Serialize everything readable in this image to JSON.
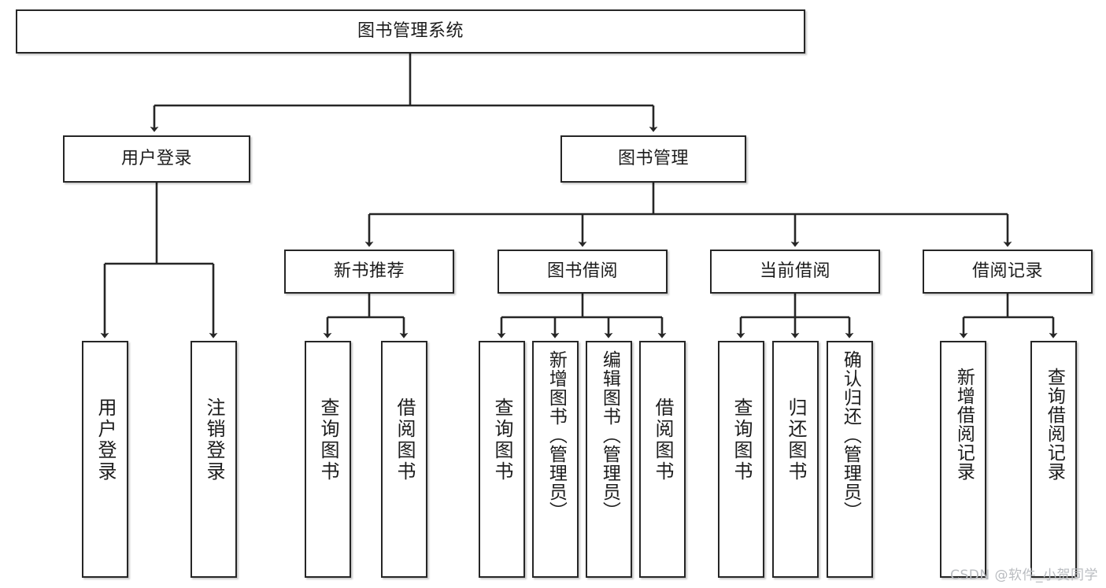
{
  "diagram": {
    "title": "图书管理系统",
    "watermark": "CSDN @软件_小贺同学",
    "colors": {
      "background": "#ffffff",
      "stroke": "#262626",
      "text": "#1c1c1c",
      "watermark": "#b9bcc0"
    },
    "nodes": {
      "root": "图书管理系统",
      "user_login": "用户登录",
      "book_manage": "图书管理",
      "new_book_recommend": "新书推荐",
      "book_borrow": "图书借阅",
      "current_borrow": "当前借阅",
      "borrow_record": "借阅记录",
      "leaf_user_login": "用户登录",
      "leaf_user_logout": "注销登录",
      "leaf_query_book_1": "查询图书",
      "leaf_borrow_book_1": "借阅图书",
      "leaf_query_book_2": "查询图书",
      "leaf_add_book_admin": "新增图书（管理员）",
      "leaf_edit_book_admin": "编辑图书（管理员）",
      "leaf_borrow_book_2": "借阅图书",
      "leaf_query_book_3": "查询图书",
      "leaf_return_book": "归还图书",
      "leaf_confirm_return_admin": "确认归还（管理员）",
      "leaf_add_borrow_record": "新增借阅记录",
      "leaf_query_borrow_record": "查询借阅记录"
    },
    "tree": [
      {
        "label": "图书管理系统",
        "children": [
          {
            "label": "用户登录",
            "children": [
              {
                "label": "用户登录"
              },
              {
                "label": "注销登录"
              }
            ]
          },
          {
            "label": "图书管理",
            "children": [
              {
                "label": "新书推荐",
                "children": [
                  {
                    "label": "查询图书"
                  },
                  {
                    "label": "借阅图书"
                  }
                ]
              },
              {
                "label": "图书借阅",
                "children": [
                  {
                    "label": "查询图书"
                  },
                  {
                    "label": "新增图书（管理员）"
                  },
                  {
                    "label": "编辑图书（管理员）"
                  },
                  {
                    "label": "借阅图书"
                  }
                ]
              },
              {
                "label": "当前借阅",
                "children": [
                  {
                    "label": "查询图书"
                  },
                  {
                    "label": "归还图书"
                  },
                  {
                    "label": "确认归还（管理员）"
                  }
                ]
              },
              {
                "label": "借阅记录",
                "children": [
                  {
                    "label": "新增借阅记录"
                  },
                  {
                    "label": "查询借阅记录"
                  }
                ]
              }
            ]
          }
        ]
      }
    ]
  }
}
